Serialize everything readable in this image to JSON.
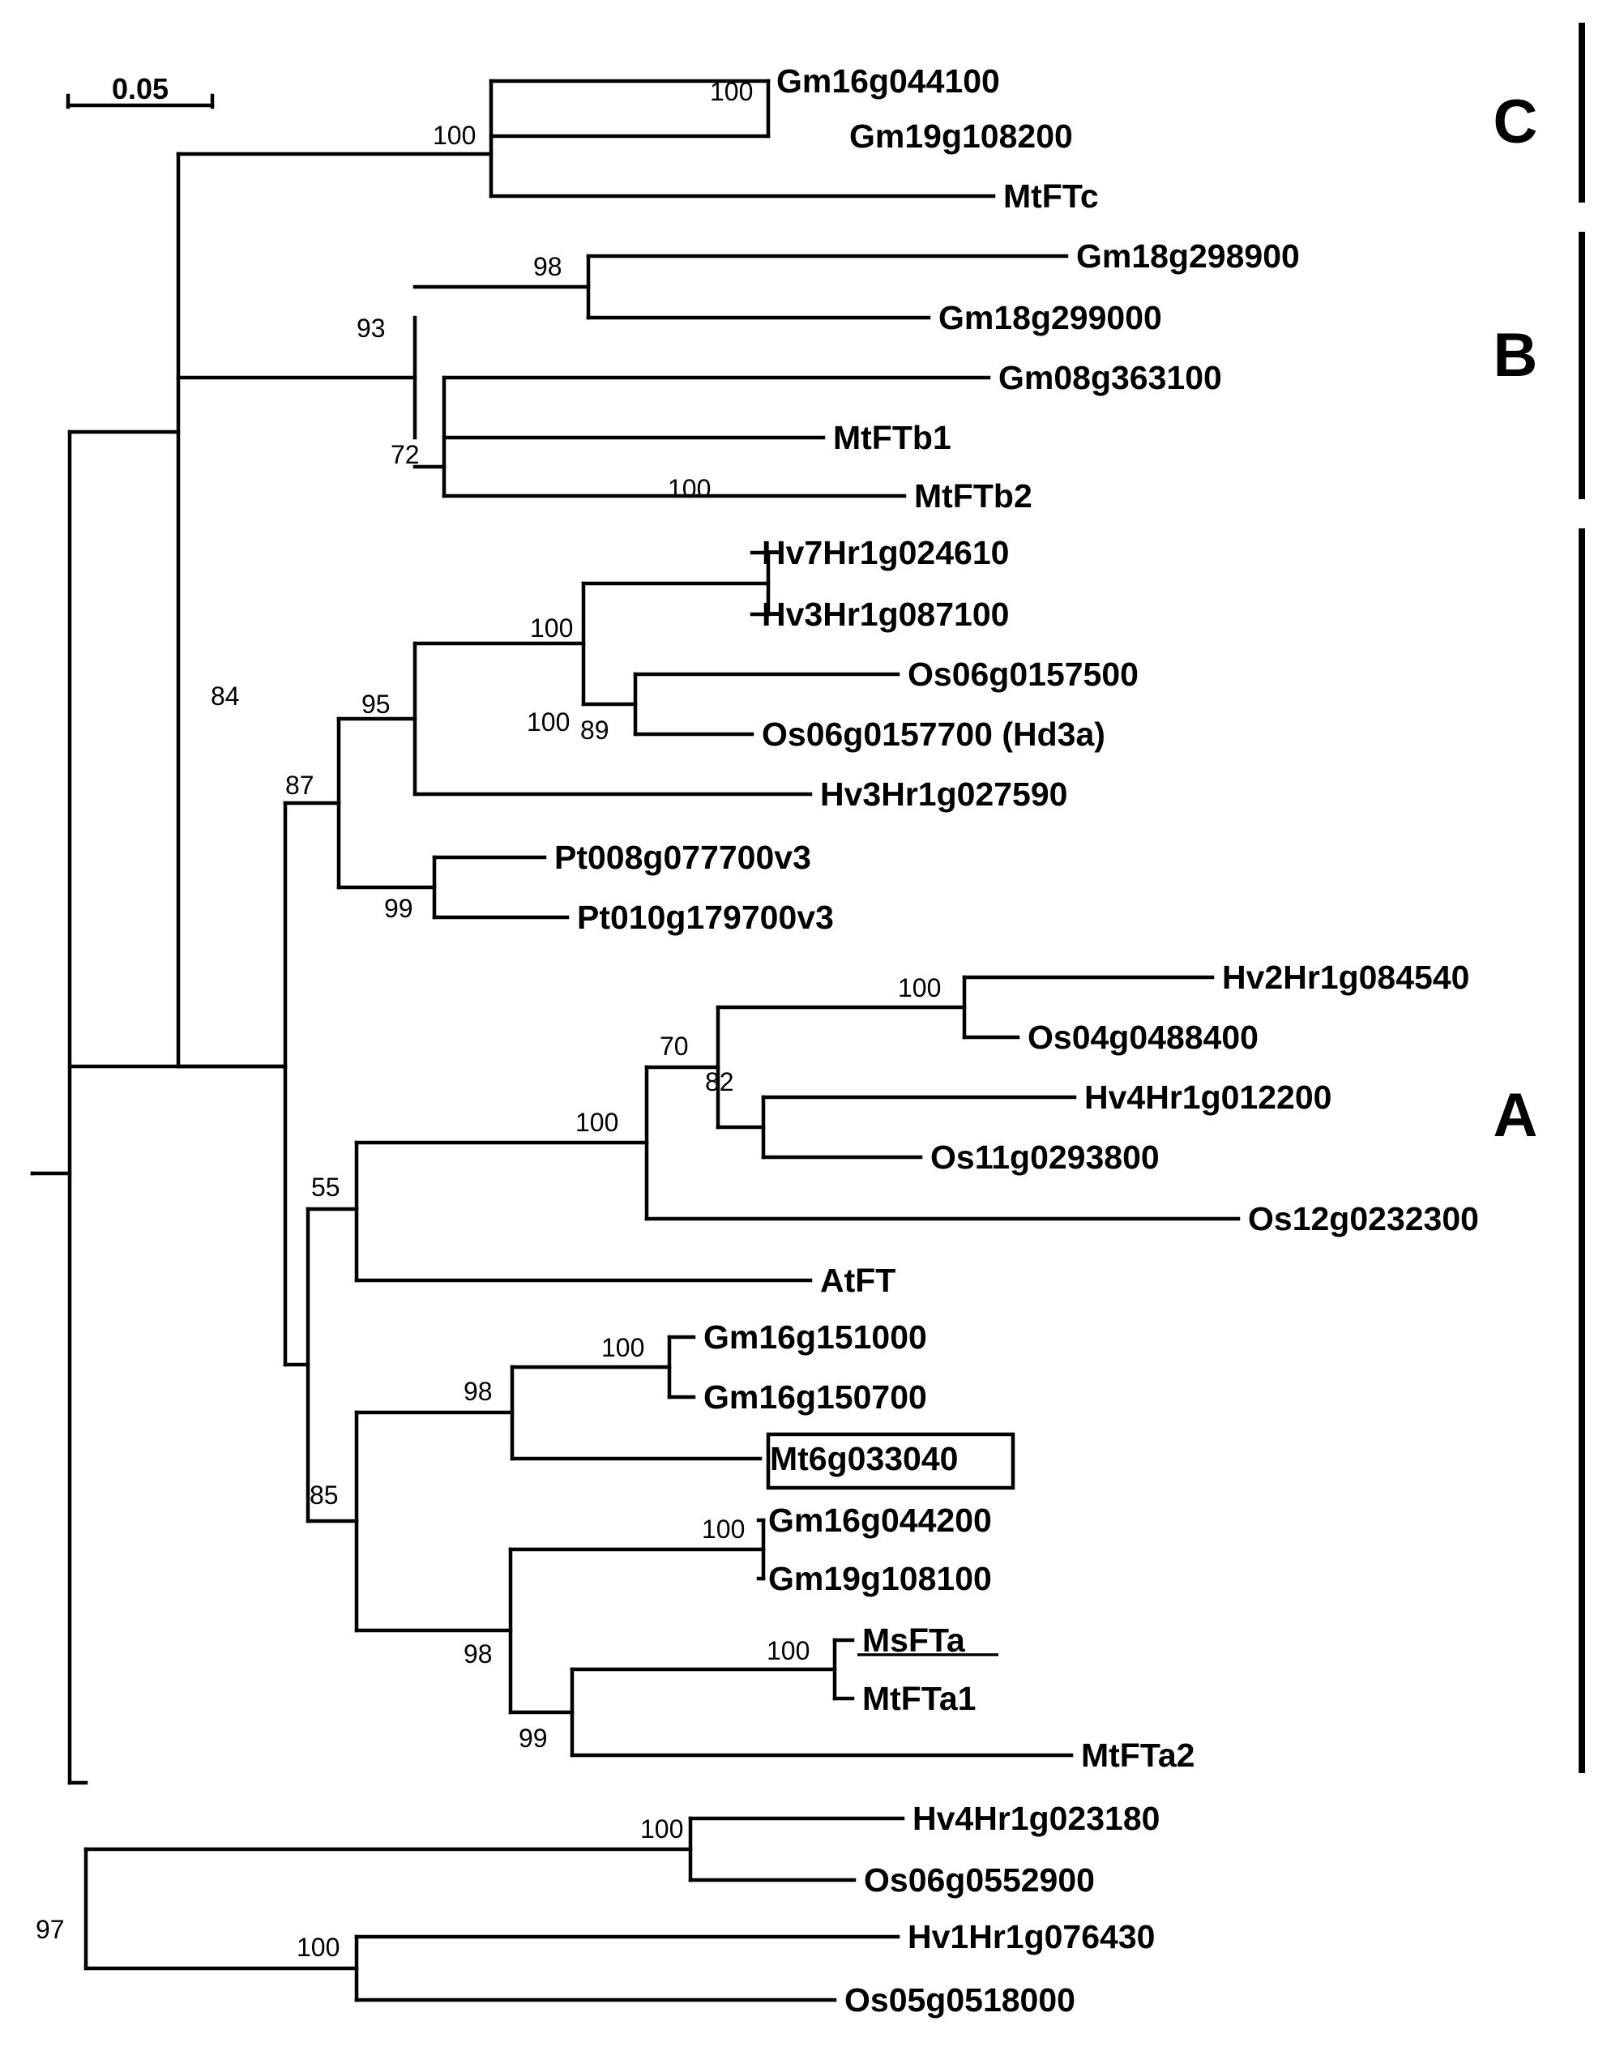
{
  "figure": {
    "scale_bar": {
      "label": "0.05"
    },
    "clades": [
      {
        "letter": "C",
        "members": [
          "Gm16g044100",
          "Gm19g108200",
          "MtFTc"
        ]
      },
      {
        "letter": "B",
        "members": [
          "Gm18g298900",
          "Gm18g299000",
          "Gm08g363100",
          "MtFTb1",
          "MtFTb2"
        ]
      },
      {
        "letter": "A",
        "members": [
          "Hv7Hr1g024610",
          "Hv3Hr1g087100",
          "Os06g0157500",
          "Os06g0157700 (Hd3a)",
          "Hv3Hr1g027590",
          "Pt008g077700v3",
          "Pt010g179700v3",
          "Hv2Hr1g084540",
          "Os04g0488400",
          "Hv4Hr1g012200",
          "Os11g0293800",
          "Os12g0232300",
          "AtFT",
          "Gm16g151000",
          "Gm16g150700",
          "Mt6g033040",
          "Gm16g044200",
          "Gm19g108100",
          "MsFTa",
          "MtFTa1",
          "MtFTa2"
        ]
      }
    ],
    "highlighted": {
      "boxed": "Mt6g033040",
      "underlined": "MsFTa"
    },
    "leaves": [
      "Gm16g044100",
      "Gm19g108200",
      "MtFTc",
      "Gm18g298900",
      "Gm18g299000",
      "Gm08g363100",
      "MtFTb1",
      "MtFTb2",
      "Hv7Hr1g024610",
      "Hv3Hr1g087100",
      "Os06g0157500",
      "Os06g0157700 (Hd3a)",
      "Hv3Hr1g027590",
      "Pt008g077700v3",
      "Pt010g179700v3",
      "Hv2Hr1g084540",
      "Os04g0488400",
      "Hv4Hr1g012200",
      "Os11g0293800",
      "Os12g0232300",
      "AtFT",
      "Gm16g151000",
      "Gm16g150700",
      "Mt6g033040",
      "Gm16g044200",
      "Gm19g108100",
      "MsFTa",
      "MtFTa1",
      "MtFTa2",
      "Hv4Hr1g023180",
      "Os06g0552900",
      "Hv1Hr1g076430",
      "Os05g0518000"
    ],
    "support_values": [
      "100",
      "100",
      "98",
      "93",
      "72",
      "100",
      "84",
      "100",
      "100",
      "89",
      "95",
      "87",
      "99",
      "100",
      "70",
      "82",
      "100",
      "55",
      "100",
      "98",
      "85",
      "100",
      "98",
      "100",
      "99",
      "100",
      "100",
      "97"
    ]
  }
}
